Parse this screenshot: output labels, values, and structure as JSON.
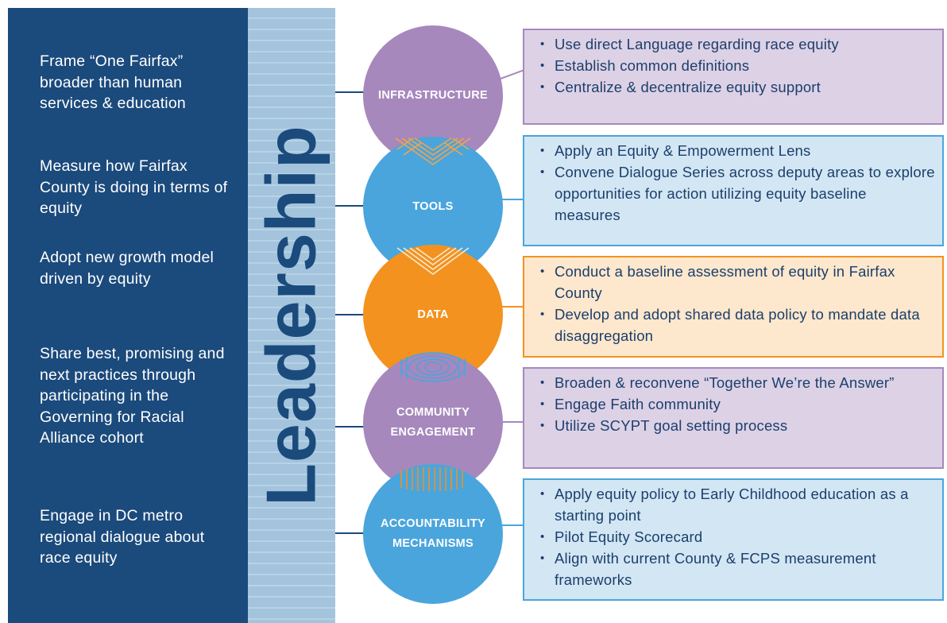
{
  "title": "Leadership",
  "left_items": [
    "Frame “One Fairfax” broader than human services & education",
    "Measure how Fairfax County is doing in terms of equity",
    "Adopt new growth model driven by equity",
    "Share best, promising and next practices through participating in the Governing for Racial Alliance cohort",
    "Engage in DC metro regional dialogue about race equity"
  ],
  "circles": [
    {
      "label": "INFRASTRUCTURE",
      "color": "#a688bd"
    },
    {
      "label": "TOOLS",
      "color": "#4aa5dd"
    },
    {
      "label": "DATA",
      "color": "#f3921f"
    },
    {
      "label": "COMMUNITY\nENGAGEMENT",
      "color": "#a688bd"
    },
    {
      "label": "ACCOUNTABILITY\nMECHANISMS",
      "color": "#4aa5dd"
    }
  ],
  "boxes": [
    {
      "border": "#a688bd",
      "bg": "#ddd1e6",
      "bullets": [
        "Use direct Language regarding race equity",
        "Establish common definitions",
        "Centralize & decentralize equity support"
      ]
    },
    {
      "border": "#4aa5dd",
      "bg": "#d3e6f4",
      "bullets": [
        "Apply an Equity & Empowerment Lens",
        "Convene Dialogue Series across deputy areas to explore opportunities for action utilizing equity baseline measures"
      ]
    },
    {
      "border": "#f3921f",
      "bg": "#fde7cd",
      "bullets": [
        "Conduct a baseline assessment of equity in Fairfax County",
        "Develop and adopt shared data policy to mandate data disaggregation"
      ]
    },
    {
      "border": "#a688bd",
      "bg": "#ddd1e6",
      "bullets": [
        "Broaden & reconvene “Together We’re the Answer”",
        "Engage Faith community",
        "Utilize SCYPT goal setting process"
      ]
    },
    {
      "border": "#4aa5dd",
      "bg": "#d3e6f4",
      "bullets": [
        "Apply equity policy to Early Childhood education as a starting point",
        "Pilot Equity Scorecard",
        "Align with current County & FCPS measurement frameworks"
      ]
    }
  ],
  "colors": {
    "navy": "#1b4a7c",
    "purple": "#a688bd",
    "blue": "#4aa5dd",
    "orange": "#f3921f"
  }
}
